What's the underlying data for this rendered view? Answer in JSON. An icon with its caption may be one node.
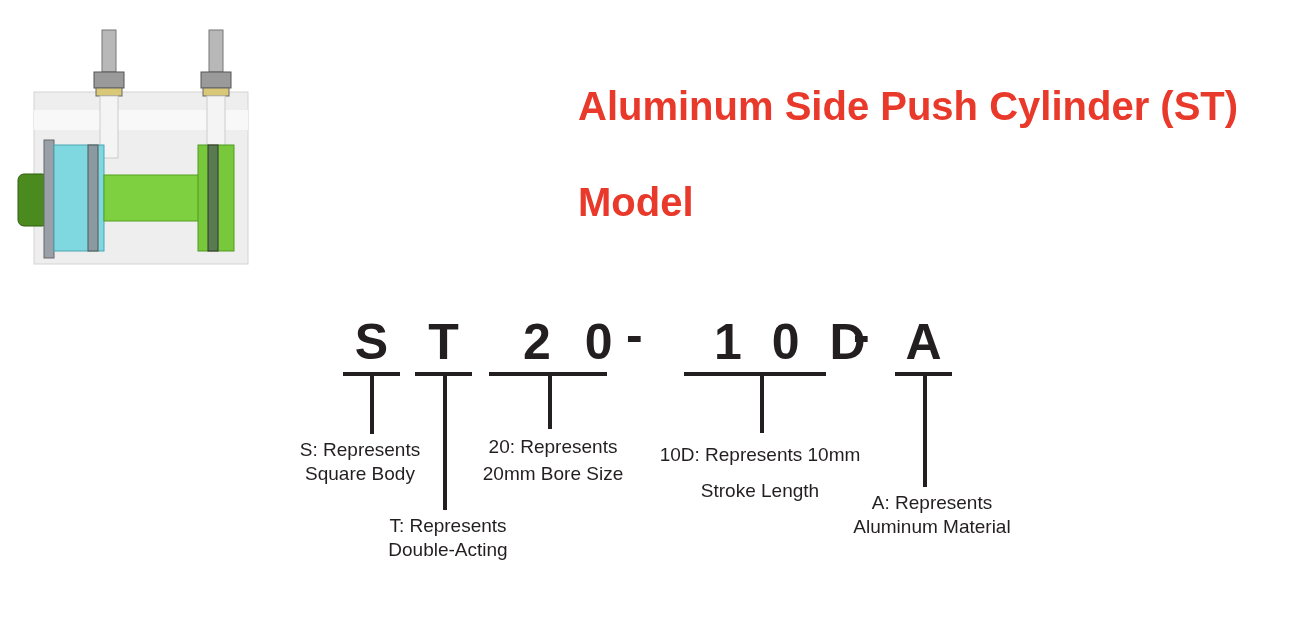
{
  "diagram": {
    "title": "Aluminum Side Push Cylinder (ST)",
    "nodes": [
      {
        "text": [
          "S"
        ]
      },
      {
        "text": [
          "T"
        ]
      },
      {
        "text": [
          "20"
        ]
      },
      {
        "text": [
          "10D"
        ]
      },
      {
        "text": [
          "A"
        ]
      },
      {
        "text": [
          "S: Represents Square Body"
        ]
      },
      {
        "text": [
          "T: Represents Double-Acting"
        ]
      },
      {
        "text": [
          "20: Represents 20mm Bore Size"
        ]
      },
      {
        "text": [
          "10D: Represents 10mm Stroke Length"
        ]
      },
      {
        "text": [
          "A: Represents Aluminum Material"
        ]
      }
    ],
    "edges": [
      {
        "from": 5,
        "to": 0,
        "arrow": "none"
      },
      {
        "from": 6,
        "to": 1,
        "arrow": "none"
      },
      {
        "from": 7,
        "to": 2,
        "arrow": "none"
      },
      {
        "from": 8,
        "to": 3,
        "arrow": "none"
      },
      {
        "from": 9,
        "to": 4,
        "arrow": "none"
      }
    ],
    "labels": [
      "Model",
      "-",
      "-"
    ]
  }
}
